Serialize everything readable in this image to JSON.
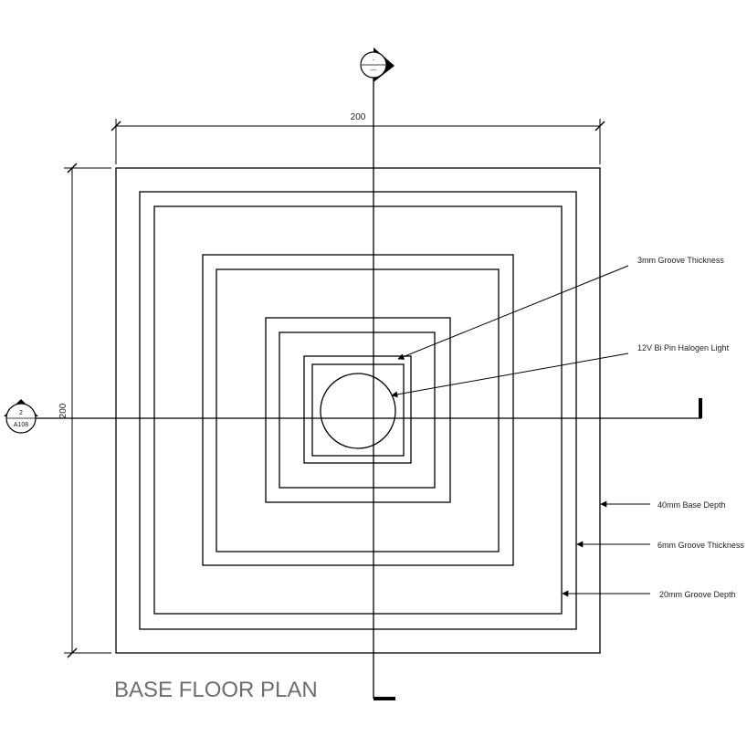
{
  "title": "BASE FLOOR PLAN",
  "dimensions": {
    "width_label": "200",
    "height_label": "200"
  },
  "section_marker_left": {
    "number": "2",
    "sheet": "A108"
  },
  "section_marker_top": {
    "number": "-",
    "sheet": "---"
  },
  "annotations": {
    "groove_3mm": "3mm Groove Thickness",
    "halogen_light": "12V Bi Pin Halogen Light",
    "base_depth": "40mm Base Depth",
    "groove_6mm": "6mm Groove Thickness",
    "groove_depth": "20mm Groove Depth"
  },
  "colors": {
    "line": "#000000",
    "title": "#6e6e6e"
  }
}
